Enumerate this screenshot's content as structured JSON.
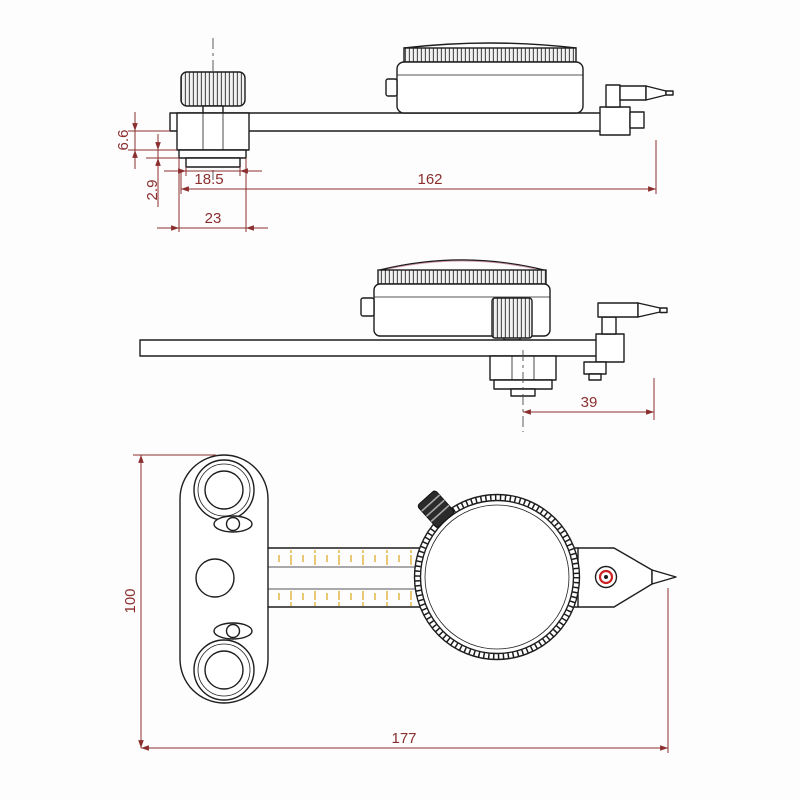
{
  "page": {
    "background": "#fdfdfd"
  },
  "colors": {
    "outline": "#1d1d1d",
    "dimension": "#8a2e2e",
    "ruler_ticks": "#dba418",
    "pivot_ring": "#cc2222",
    "crown_fill": "#2b2b2b"
  },
  "dims": {
    "overall_side": "162",
    "foot_width": "18.5",
    "lip_width": "23",
    "clamp_height": "6.6",
    "lip_thickness": "2.9",
    "right_offset": "39",
    "plan_length": "177",
    "plan_width": "100"
  }
}
